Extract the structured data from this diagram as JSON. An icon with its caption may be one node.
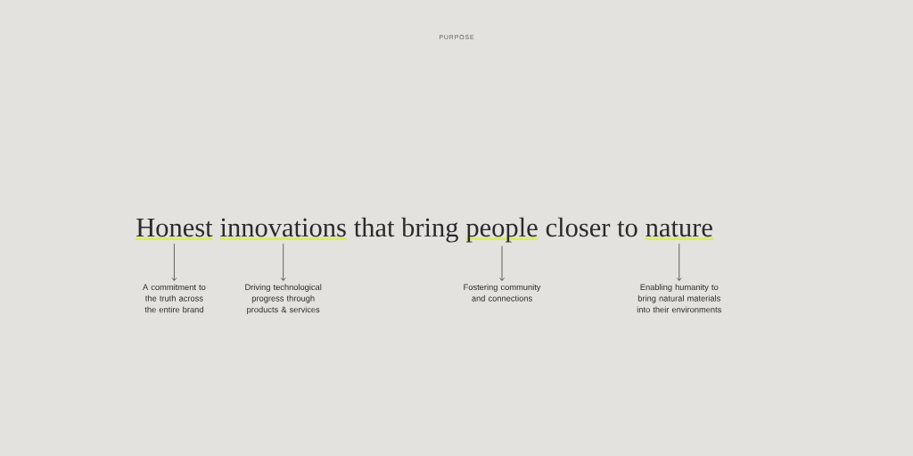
{
  "diagram": {
    "title": "PURPOSE",
    "nodes": [
      {
        "text": [
          "Honest"
        ]
      },
      {
        "text": [
          "innovations"
        ]
      },
      {
        "text": [
          "people"
        ]
      },
      {
        "text": [
          "nature"
        ]
      },
      {
        "text": [
          "A commitment to the truth across the entire brand"
        ]
      },
      {
        "text": [
          "Driving technological progress through products & services"
        ]
      },
      {
        "text": [
          "Fostering community and connections"
        ]
      },
      {
        "text": [
          "Enabling humanity to bring natural materials into their environments"
        ]
      }
    ],
    "edges": [
      {
        "from": 0,
        "to": 4,
        "arrow": "to"
      },
      {
        "from": 1,
        "to": 5,
        "arrow": "to"
      },
      {
        "from": 2,
        "to": 6,
        "arrow": "to"
      },
      {
        "from": 3,
        "to": 7,
        "arrow": "to"
      }
    ],
    "labels": [
      "that bring",
      "closer to"
    ]
  }
}
